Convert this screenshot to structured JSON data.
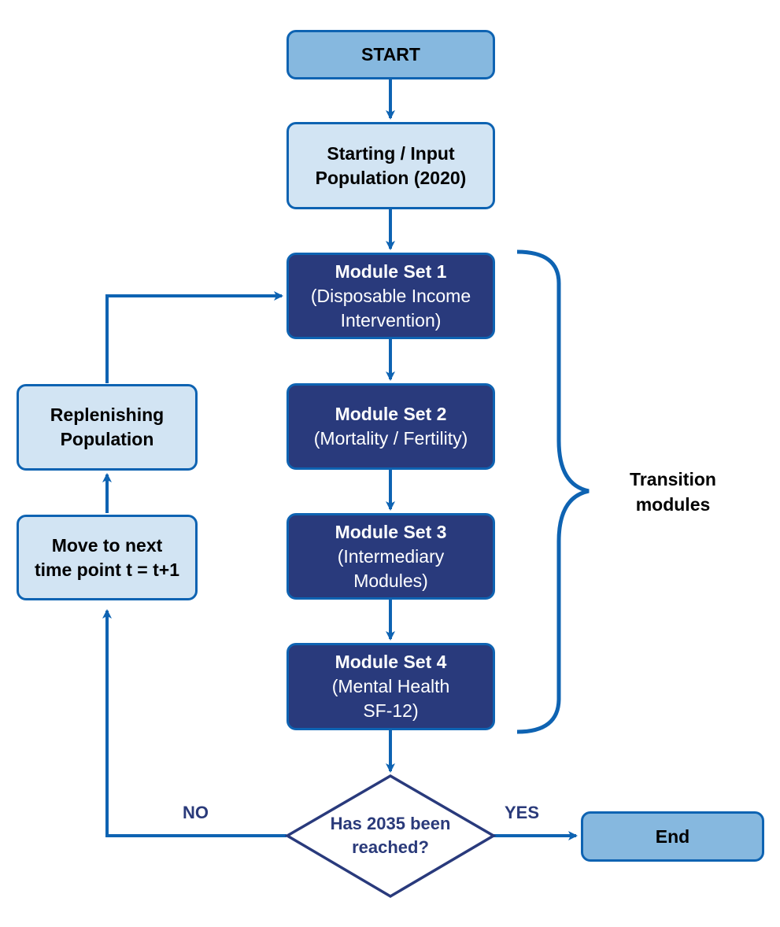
{
  "nodes": {
    "start": {
      "label": "START"
    },
    "input": {
      "line1": "Starting / Input",
      "line2": "Population (2020)"
    },
    "module1": {
      "title": "Module Set 1",
      "line1": "(Disposable Income",
      "line2": "Intervention)"
    },
    "module2": {
      "title": "Module Set 2",
      "line1": "(Mortality / Fertility)"
    },
    "module3": {
      "title": "Module Set 3",
      "line1": "(Intermediary",
      "line2": "Modules)"
    },
    "module4": {
      "title": "Module Set 4",
      "line1": "(Mental Health",
      "line2": "SF-12)"
    },
    "decision": {
      "line1": "Has 2035 been",
      "line2": "reached?"
    },
    "end": {
      "label": "End"
    },
    "next_time": {
      "line1": "Move to next",
      "line2": "time point t = t+1"
    },
    "replenish": {
      "line1": "Replenishing",
      "line2": "Population"
    }
  },
  "edges": {
    "no_label": "NO",
    "yes_label": "YES"
  },
  "brace": {
    "line1": "Transition",
    "line2": "modules"
  },
  "colors": {
    "line": "#0e63b2",
    "start_fill": "#86b8df",
    "light_fill": "#d2e4f3",
    "module_fill": "#293a7c",
    "decision_stroke": "#293a7c",
    "label_text": "#2a3a7a"
  }
}
